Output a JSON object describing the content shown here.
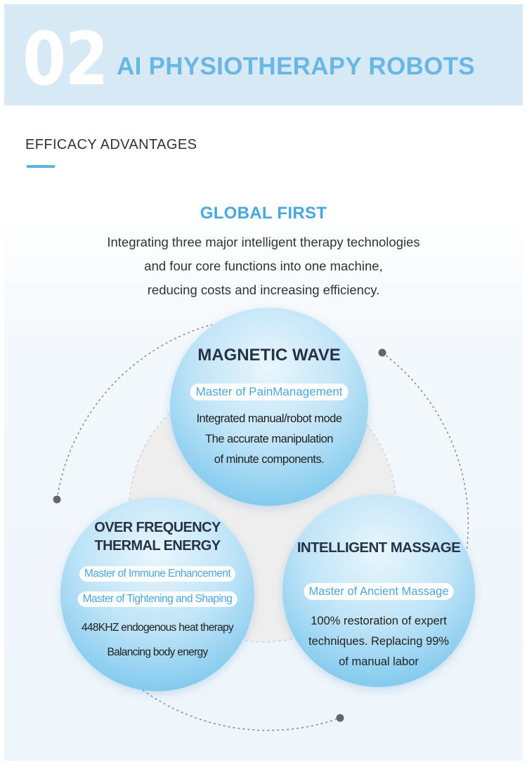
{
  "banner": {
    "number": "02",
    "title": "AI PHYSIOTHERAPY ROBOTS"
  },
  "section": {
    "title": "EFFICACY ADVANTAGES"
  },
  "intro": {
    "heading": "GLOBAL FIRST",
    "lines": [
      "Integrating three major intelligent therapy technologies",
      "and four core functions into one machine,",
      "reducing costs and increasing efficiency."
    ]
  },
  "bubbles": {
    "magnetic": {
      "title": "MAGNETIC WAVE",
      "tags": [
        "Master of PainManagement"
      ],
      "lines": [
        "Integrated manual/robot mode",
        "The accurate manipulation",
        "of minute components."
      ]
    },
    "thermal": {
      "title_lines": [
        "OVER FREQUENCY",
        "THERMAL ENERGY"
      ],
      "tags": [
        "Master of Immune Enhancement",
        "Master of Tightening and Shaping"
      ],
      "lines": [
        "448KHZ endogenous heat therapy",
        "Balancing body energy"
      ]
    },
    "massage": {
      "title": "INTELLIGENT MASSAGE",
      "tags": [
        "Master of Ancient Massage"
      ],
      "lines": [
        "100% restoration of expert",
        "techniques. Replacing 99%",
        "of manual labor"
      ]
    }
  },
  "colors": {
    "banner_bg": "#d8e9f6",
    "accent": "#69b7e4",
    "heading_blue": "#47a7df",
    "bubble_edge": "#64bdea"
  }
}
